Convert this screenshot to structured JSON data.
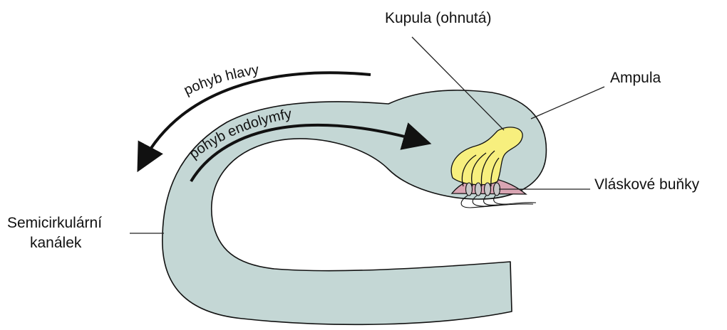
{
  "labels": {
    "cupula": "Kupula (ohnutá)",
    "ampulla": "Ampula",
    "hair_cells": "Vláskové buňky",
    "canal_line1": "Semicirkulární",
    "canal_line2": "kanálek",
    "head_motion": "pohyb hlavy",
    "endolymph_motion": "pohyb endolymfy"
  },
  "colors": {
    "canal_fill": "#c4d7d5",
    "canal_stroke": "#111111",
    "cupula_fill": "#f7ef7e",
    "hair_cell_base_fill": "#d9a5b3",
    "arrow": "#111111"
  }
}
